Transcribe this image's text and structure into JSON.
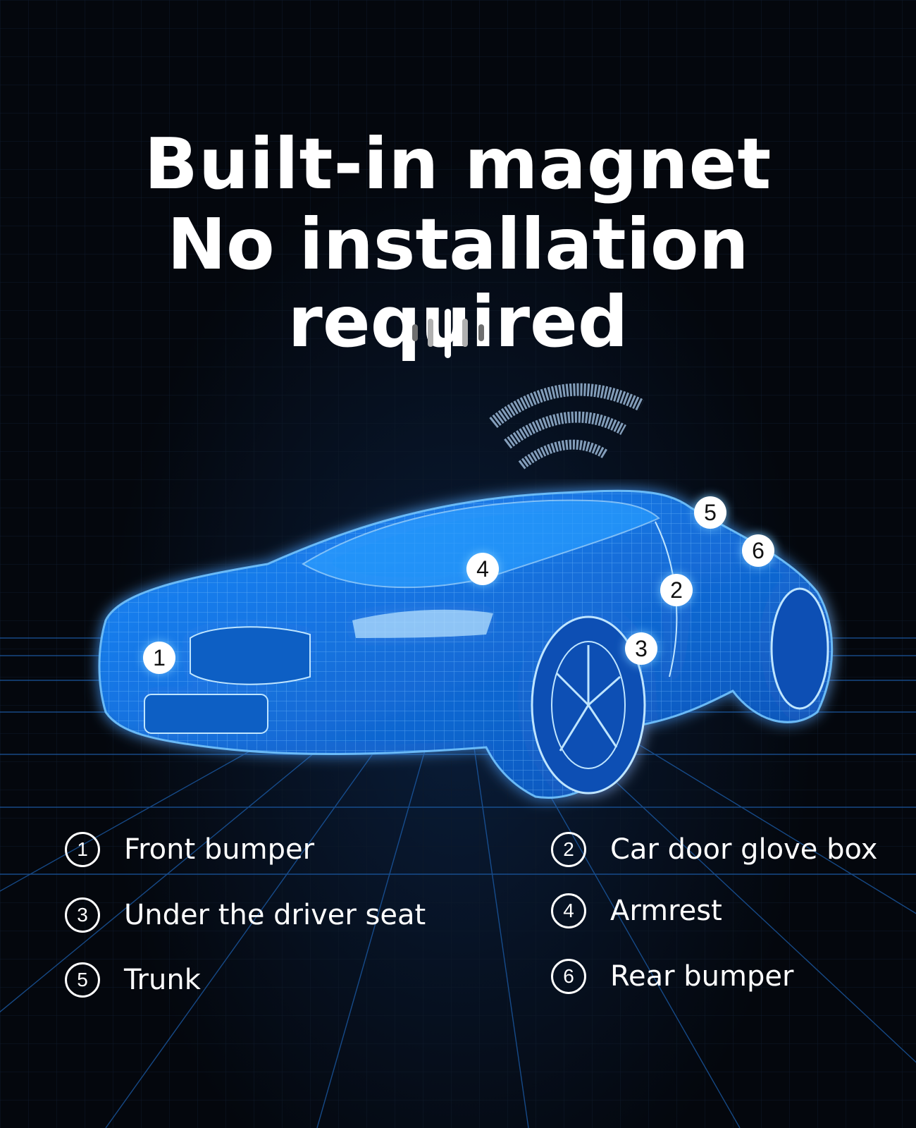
{
  "header": {
    "line1": "Built-in magnet",
    "line2": "No installation required"
  },
  "icons": {
    "sound_bars": "sound-wave-icon",
    "signal": "wireless-signal-icon"
  },
  "colors": {
    "background": "#04070d",
    "car_glow": "#1e90ff",
    "text": "#ffffff"
  },
  "markers": [
    "1",
    "2",
    "3",
    "4",
    "5",
    "6"
  ],
  "legend": [
    {
      "num": "1",
      "label": "Front bumper"
    },
    {
      "num": "2",
      "label": "Car door glove box"
    },
    {
      "num": "3",
      "label": "Under the driver seat"
    },
    {
      "num": "4",
      "label": "Armrest"
    },
    {
      "num": "5",
      "label": "Trunk"
    },
    {
      "num": "6",
      "label": "Rear bumper"
    }
  ]
}
